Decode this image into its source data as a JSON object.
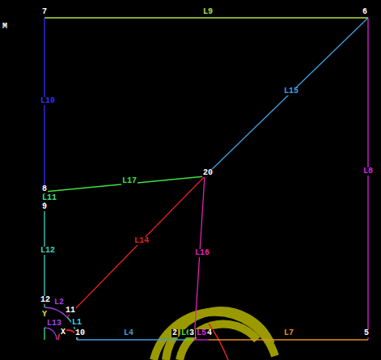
{
  "diagram": {
    "labels": [
      "M",
      "7",
      "L9",
      "6",
      "L10",
      "L15",
      "L8",
      "8",
      "L11",
      "9",
      "L17",
      "20",
      "L12",
      "L14",
      "L16",
      "12",
      "L2",
      "11",
      "Y",
      "L13",
      "L1",
      "X",
      "10",
      "L4",
      "2",
      "L6",
      "3",
      "L5",
      "4",
      "L7",
      "5"
    ]
  }
}
